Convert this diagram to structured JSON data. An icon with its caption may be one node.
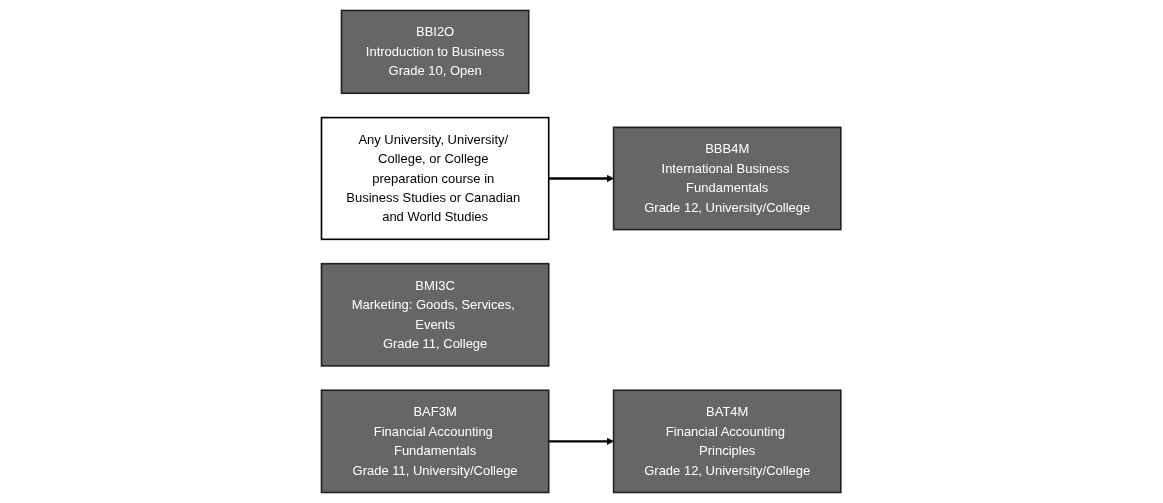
{
  "diagram": {
    "nodes": [
      {
        "text": [
          "BBI2O",
          "Introduction to Business",
          "Grade 10, Open"
        ]
      },
      {
        "text": [
          "Any University, University/ College, or College preparation course in Business Studies or Canadian and World Studies"
        ]
      },
      {
        "text": [
          "BBB4M",
          "International Business Fundamentals",
          "Grade 12, University/College"
        ]
      },
      {
        "text": [
          "BMI3C",
          "Marketing: Goods, Services, Events",
          "Grade 11, College"
        ]
      },
      {
        "text": [
          "BAF3M",
          "Financial Accounting Fundamentals",
          "Grade 11, University/College"
        ]
      },
      {
        "text": [
          "BAT4M",
          "Financial Accounting Principles",
          "Grade 12, University/College"
        ]
      }
    ],
    "edges": [
      {
        "from": 1,
        "to": 2,
        "arrow": "to"
      },
      {
        "from": 4,
        "to": 5,
        "arrow": "to"
      }
    ]
  }
}
